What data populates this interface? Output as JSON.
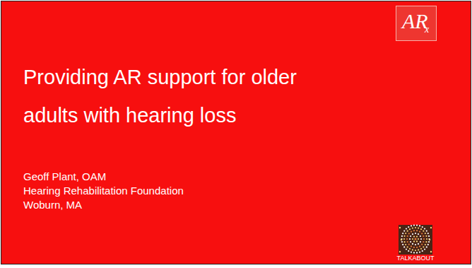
{
  "diagram": {
    "title": "Providing AR support for older adults with hearing loss",
    "nodes": [
      {
        "text": [
          "AR",
          "x"
        ]
      },
      {
        "text": [
          "TALKABOUT"
        ]
      }
    ],
    "labels": [
      "Geoff Plant, OAM",
      "Hearing Rehabilitation Foundation",
      "Woburn, MA"
    ]
  }
}
